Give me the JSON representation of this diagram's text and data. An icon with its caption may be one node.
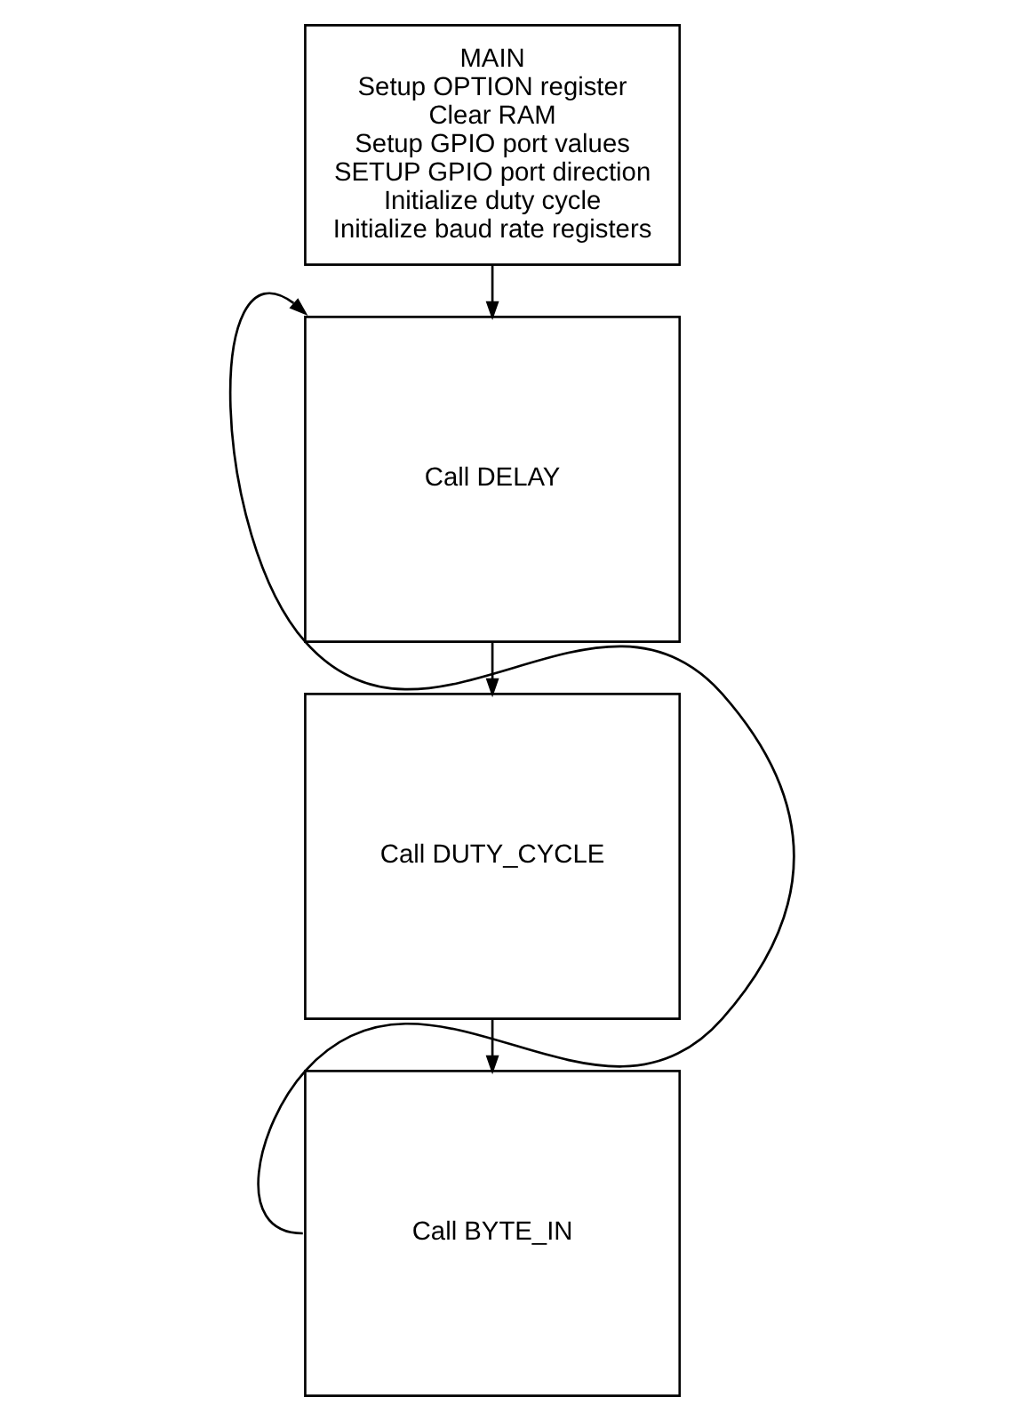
{
  "diagram": {
    "nodes": [
      {
        "text": [
          "MAIN",
          "Setup OPTION register",
          "Clear RAM",
          "Setup GPIO port values",
          "SETUP GPIO port direction",
          "Initialize duty cycle",
          "Initialize baud rate registers"
        ]
      },
      {
        "text": [
          "Call DELAY"
        ]
      },
      {
        "text": [
          "Call DUTY_CYCLE"
        ]
      },
      {
        "text": [
          "Call BYTE_IN"
        ]
      }
    ],
    "edges": [
      {
        "from": 0,
        "to": 1,
        "arrow": "to"
      },
      {
        "from": 1,
        "to": 2,
        "arrow": "to"
      },
      {
        "from": 2,
        "to": 3,
        "arrow": "to"
      },
      {
        "from": 3,
        "to": 1,
        "arrow": "to"
      }
    ]
  }
}
